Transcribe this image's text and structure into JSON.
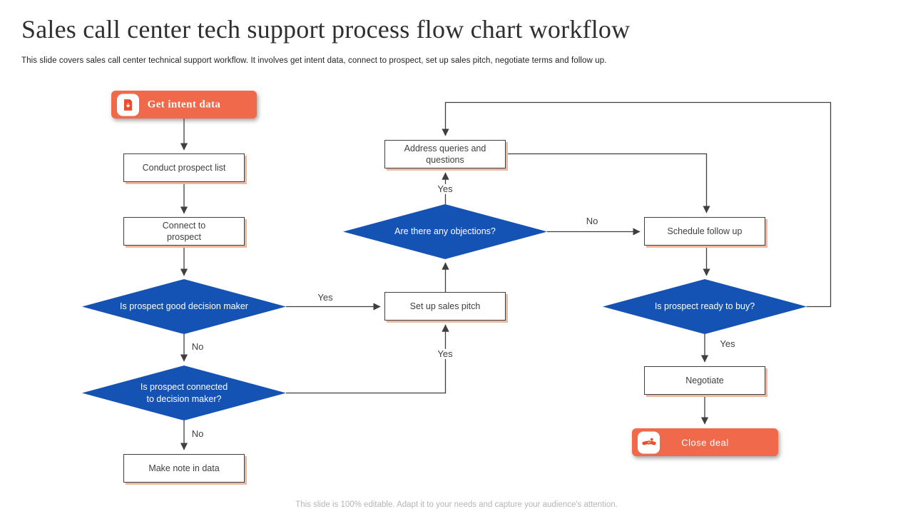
{
  "slide": {
    "title": "Sales call center tech support process flow chart workflow",
    "subtitle": "This slide covers sales call center technical support workflow. It involves get intent data, connect to prospect, set up sales pitch, negotiate terms and follow up.",
    "footer": "This slide is 100% editable. Adapt it to your needs and capture your audience's attention."
  },
  "colors": {
    "accent_orange": "#f0694b",
    "icon_glyph_red": "#e8502f",
    "diamond_blue": "#1452b4",
    "line_gray": "#3f3f3f",
    "box_shadow_peach": "#ecb89f"
  },
  "flowchart": {
    "nodes": {
      "get_intent_data": {
        "label": "Get intent data",
        "type": "start",
        "icon": "document-download-icon"
      },
      "conduct_prospect_list": {
        "label": "Conduct prospect list",
        "type": "process"
      },
      "connect_to_prospect": {
        "label": "Connect to\nprospect",
        "type": "process"
      },
      "is_prospect_good_decision_maker": {
        "label": "Is prospect good decision maker",
        "type": "decision"
      },
      "is_prospect_connected_to_decision_maker": {
        "label": "Is prospect connected\nto decision maker?",
        "type": "decision"
      },
      "make_note_in_data": {
        "label": "Make note in data",
        "type": "process"
      },
      "address_queries_and_questions": {
        "label": "Address queries and\nquestions",
        "type": "process"
      },
      "are_there_any_objections": {
        "label": "Are there any objections?",
        "type": "decision"
      },
      "set_up_sales_pitch": {
        "label": "Set up sales pitch",
        "type": "process"
      },
      "schedule_follow_up": {
        "label": "Schedule follow up",
        "type": "process"
      },
      "is_prospect_ready_to_buy": {
        "label": "Is prospect ready to buy?",
        "type": "decision"
      },
      "negotiate": {
        "label": "Negotiate",
        "type": "process"
      },
      "close_deal": {
        "label": "Close deal",
        "type": "end",
        "icon": "handshake-icon"
      }
    },
    "edges": [
      {
        "from": "get_intent_data",
        "to": "conduct_prospect_list",
        "label": ""
      },
      {
        "from": "conduct_prospect_list",
        "to": "connect_to_prospect",
        "label": ""
      },
      {
        "from": "connect_to_prospect",
        "to": "is_prospect_good_decision_maker",
        "label": ""
      },
      {
        "from": "is_prospect_good_decision_maker",
        "to": "set_up_sales_pitch",
        "label": "Yes"
      },
      {
        "from": "is_prospect_good_decision_maker",
        "to": "is_prospect_connected_to_decision_maker",
        "label": "No"
      },
      {
        "from": "is_prospect_connected_to_decision_maker",
        "to": "set_up_sales_pitch",
        "label": "Yes"
      },
      {
        "from": "is_prospect_connected_to_decision_maker",
        "to": "make_note_in_data",
        "label": "No"
      },
      {
        "from": "set_up_sales_pitch",
        "to": "are_there_any_objections",
        "label": ""
      },
      {
        "from": "are_there_any_objections",
        "to": "address_queries_and_questions",
        "label": "Yes"
      },
      {
        "from": "are_there_any_objections",
        "to": "schedule_follow_up",
        "label": "No"
      },
      {
        "from": "address_queries_and_questions",
        "to": "schedule_follow_up",
        "label": ""
      },
      {
        "from": "schedule_follow_up",
        "to": "is_prospect_ready_to_buy",
        "label": ""
      },
      {
        "from": "is_prospect_ready_to_buy",
        "to": "negotiate",
        "label": "Yes"
      },
      {
        "from": "negotiate",
        "to": "close_deal",
        "label": ""
      },
      {
        "from": "is_prospect_ready_to_buy",
        "to": "address_queries_and_questions",
        "label": ""
      }
    ]
  }
}
